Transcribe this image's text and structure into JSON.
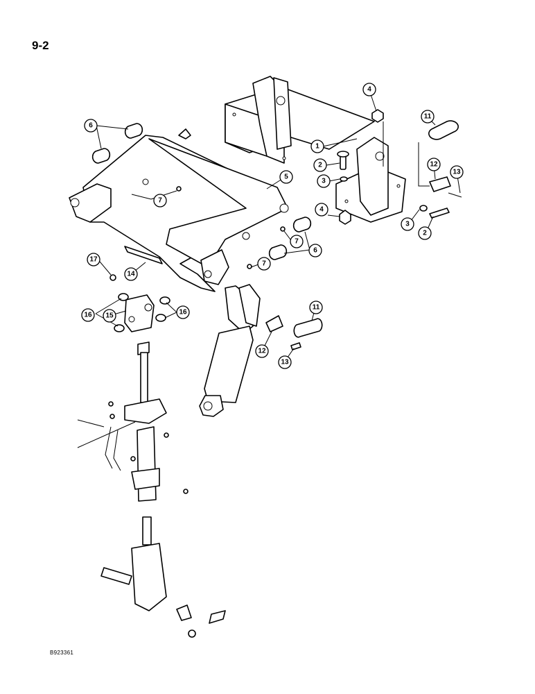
{
  "page_number": "9-2",
  "figure_code": "B923361",
  "callouts": [
    "1",
    "2",
    "3",
    "4",
    "5",
    "6",
    "7",
    "11",
    "12",
    "13",
    "14",
    "15",
    "16",
    "17"
  ]
}
